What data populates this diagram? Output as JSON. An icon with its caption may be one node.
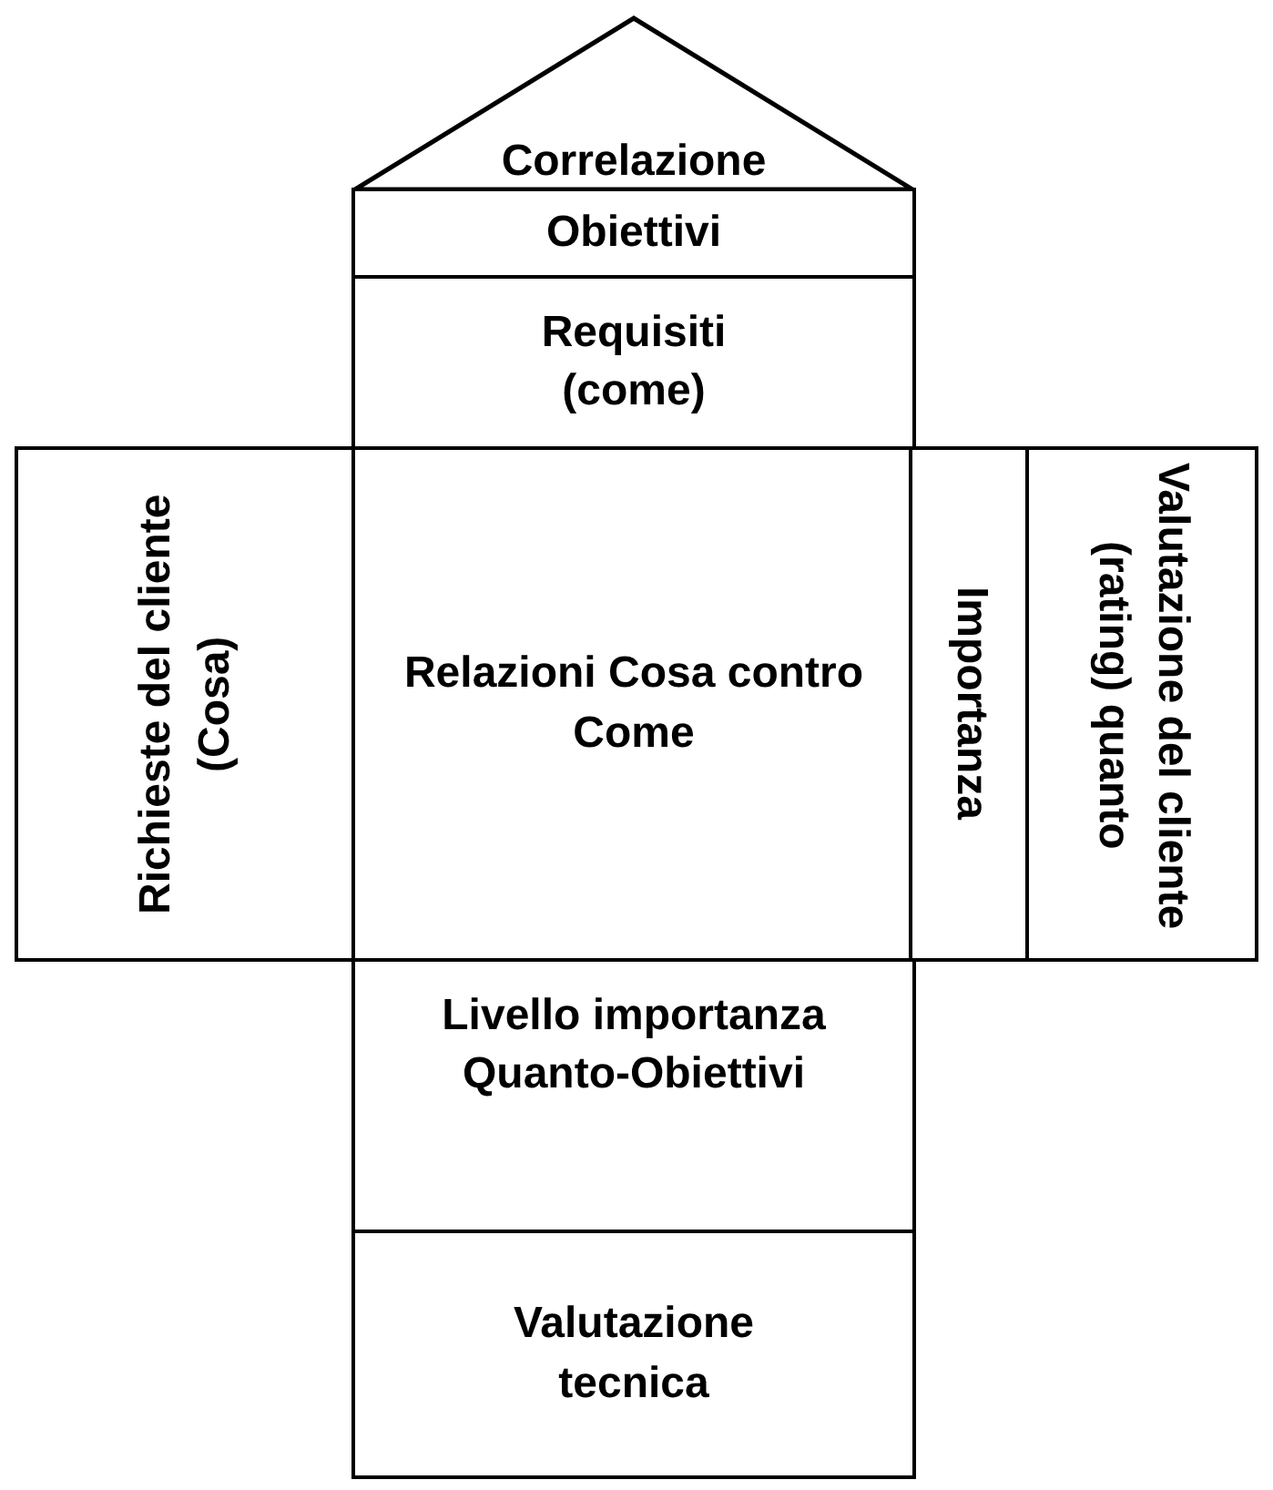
{
  "diagram": {
    "nodes": [
      {
        "text": [
          "Correlazione"
        ]
      },
      {
        "text": [
          "Obiettivi"
        ]
      },
      {
        "text": [
          "Requisiti (come)"
        ]
      },
      {
        "text": [
          "Richieste del cliente (Cosa)"
        ]
      },
      {
        "text": [
          "Relazioni Cosa contro Come"
        ]
      },
      {
        "text": [
          "Importanza"
        ]
      },
      {
        "text": [
          "Valutazione del cliente (rating) quanto"
        ]
      },
      {
        "text": [
          "Livello importanza Quanto-Obiettivi"
        ]
      },
      {
        "text": [
          "Valutazione tecnica"
        ]
      }
    ]
  }
}
